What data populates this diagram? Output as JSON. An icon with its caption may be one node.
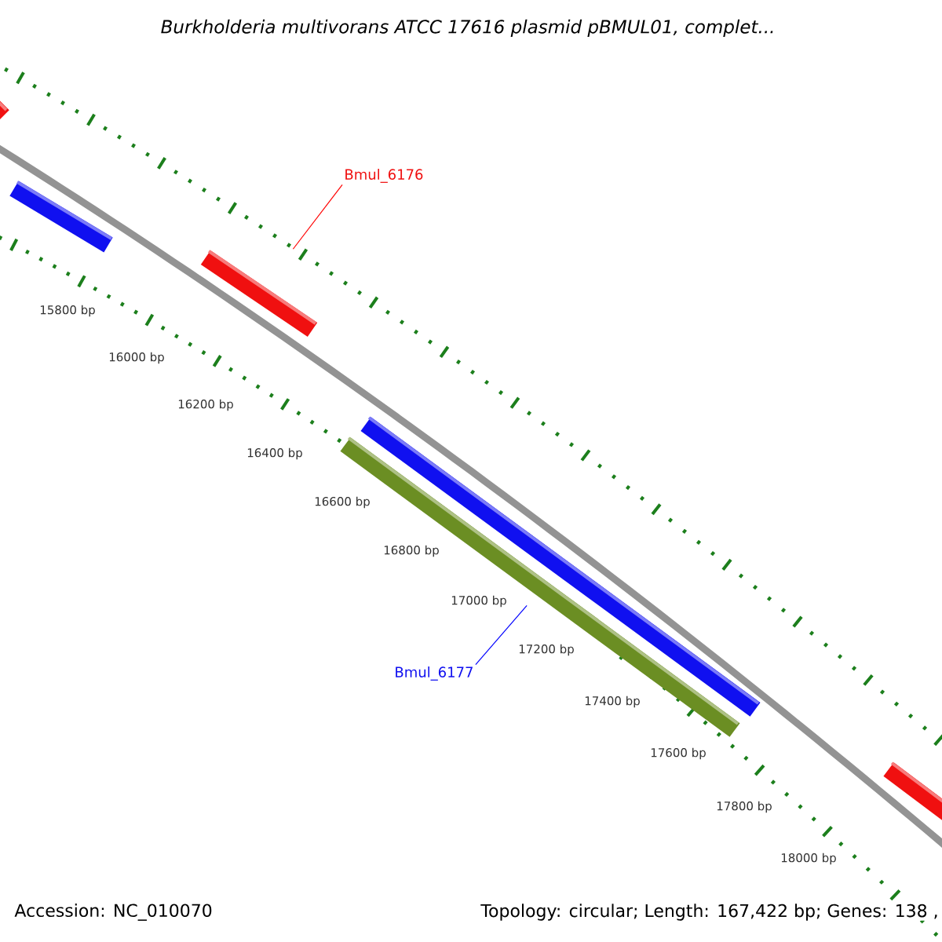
{
  "diagram": {
    "title": "Burkholderia multivorans ATCC 17616 plasmid pBMUL01, complet...",
    "nodes": [
      {
        "text": [
          "Bmul_6176"
        ]
      },
      {
        "text": [],
        "shape": "bar"
      },
      {
        "text": [
          "Bmul_6177"
        ]
      },
      {
        "text": [],
        "shape": "bar"
      }
    ],
    "edges": [
      {
        "from": 0,
        "to": 1,
        "arrow": "none",
        "color": "#ff0000"
      },
      {
        "from": 2,
        "to": 3,
        "arrow": "none",
        "color": "#0000ff"
      }
    ],
    "labels": [
      "15800 bp",
      "16000 bp",
      "16200 bp",
      "16400 bp",
      "16600 bp",
      "16800 bp",
      "17000 bp",
      "17200 bp",
      "17400 bp",
      "17600 bp",
      "17800 bp",
      "18000 bp",
      "Accession: NC_010070",
      "Topology: circular; Length: 167,422 bp; Genes: 138 ,"
    ]
  }
}
